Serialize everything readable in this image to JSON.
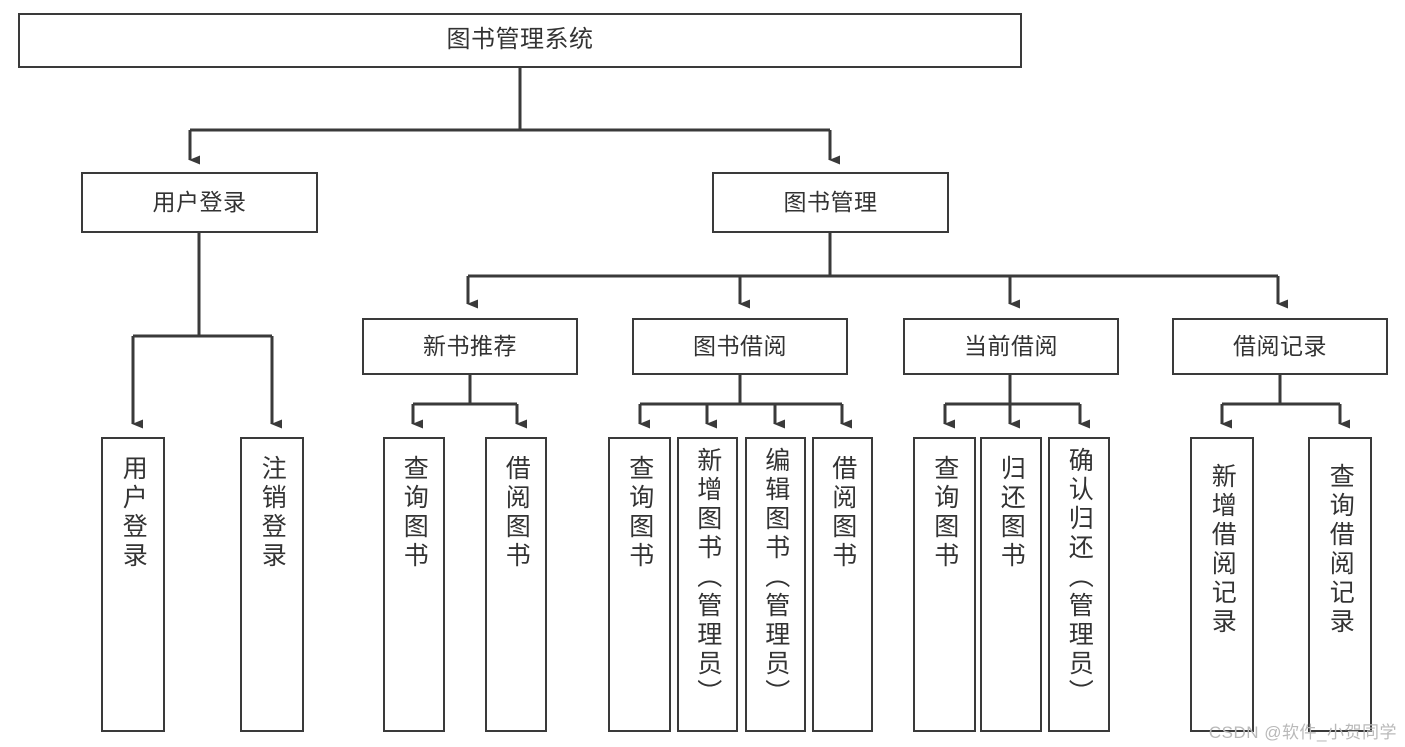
{
  "diagram": {
    "title": "图书管理系统",
    "type": "tree-hierarchy",
    "watermark": "CSDN @软件_小贺同学",
    "colors": {
      "box_border": "#3a3a3a",
      "box_fill": "#ffffff",
      "text": "#333333",
      "connector": "#3a3a3a",
      "watermark": "#b9b9b9",
      "background": "#ffffff"
    },
    "root": {
      "label": "图书管理系统"
    },
    "level2": [
      {
        "id": "user-login",
        "label": "用户登录"
      },
      {
        "id": "book-manage",
        "label": "图书管理"
      }
    ],
    "level3": [
      {
        "id": "new-book-rec",
        "label": "新书推荐"
      },
      {
        "id": "book-borrow",
        "label": "图书借阅"
      },
      {
        "id": "current-borrow",
        "label": "当前借阅"
      },
      {
        "id": "borrow-record",
        "label": "借阅记录"
      }
    ],
    "leaves": {
      "user-login": [
        {
          "id": "leaf-user-login",
          "label": "用户登录"
        },
        {
          "id": "leaf-logout",
          "label": "注销登录"
        }
      ],
      "new-book-rec": [
        {
          "id": "leaf-query-book-1",
          "label": "查询图书"
        },
        {
          "id": "leaf-borrow-book-1",
          "label": "借阅图书"
        }
      ],
      "book-borrow": [
        {
          "id": "leaf-query-book-2",
          "label": "查询图书"
        },
        {
          "id": "leaf-add-book",
          "label": "新增图书（管理员）"
        },
        {
          "id": "leaf-edit-book",
          "label": "编辑图书（管理员）"
        },
        {
          "id": "leaf-borrow-book-2",
          "label": "借阅图书"
        }
      ],
      "current-borrow": [
        {
          "id": "leaf-query-book-3",
          "label": "查询图书"
        },
        {
          "id": "leaf-return-book",
          "label": "归还图书"
        },
        {
          "id": "leaf-confirm-return",
          "label": "确认归还（管理员）"
        }
      ],
      "borrow-record": [
        {
          "id": "leaf-add-record",
          "label": "新增借阅记录"
        },
        {
          "id": "leaf-query-record",
          "label": "查询借阅记录"
        }
      ]
    }
  }
}
